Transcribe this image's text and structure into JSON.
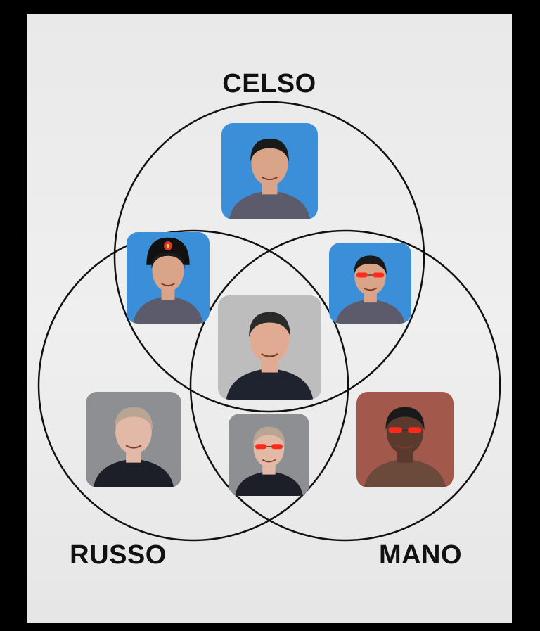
{
  "labels": {
    "celso": "CELSO",
    "russo": "RUSSO",
    "mano": "MANO"
  },
  "photos": [
    {
      "name": "celso-photo",
      "bg": "#3b8fd8",
      "skin": "#d9a488",
      "hair": "#1a1a1a",
      "shirt": "#5b5b6b",
      "glasses": false,
      "hat": false
    },
    {
      "name": "celso-russo-photo",
      "bg": "#3b8fd8",
      "skin": "#d9a488",
      "hair": "#1a1a1a",
      "shirt": "#5b5b6b",
      "glasses": false,
      "hat": true
    },
    {
      "name": "celso-mano-photo",
      "bg": "#3b8fd8",
      "skin": "#d9a488",
      "hair": "#1a1a1a",
      "shirt": "#5b5b6b",
      "glasses": true,
      "hat": false
    },
    {
      "name": "center-photo",
      "bg": "#bdbdbd",
      "skin": "#e0ab92",
      "hair": "#2a2a2a",
      "shirt": "#1f2330",
      "glasses": false,
      "hat": false
    },
    {
      "name": "russo-photo",
      "bg": "#8d8f93",
      "skin": "#e2b8a6",
      "hair": "#b9a594",
      "shirt": "#1c1f28",
      "glasses": false,
      "hat": false
    },
    {
      "name": "russo-mano-photo",
      "bg": "#8d8f93",
      "skin": "#e2b8a6",
      "hair": "#b9a594",
      "shirt": "#1c1f28",
      "glasses": true,
      "hat": false
    },
    {
      "name": "mano-photo",
      "bg": "#a2584a",
      "skin": "#5a3a2c",
      "hair": "#1a1a1a",
      "shirt": "#6b4a3c",
      "glasses": true,
      "hat": false
    }
  ]
}
